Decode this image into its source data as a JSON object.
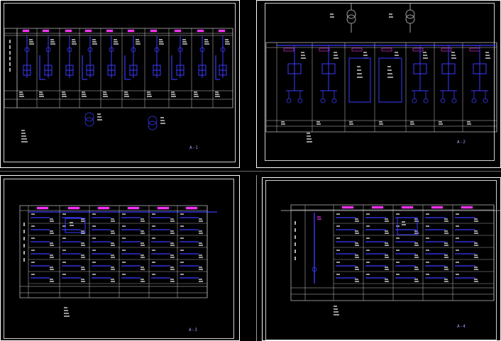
{
  "viewer": {
    "background": "#000000",
    "colors": {
      "frame": "#ffffff",
      "bus": "#3a3aff",
      "device": "#3a3aff",
      "header": "#ff33ff",
      "text": "#ffffff",
      "grid": "#c8c8c8"
    }
  },
  "sheets": [
    {
      "id": "top-left",
      "label": "A-1"
    },
    {
      "id": "top-right",
      "label": "A-2"
    },
    {
      "id": "bottom-left",
      "label": "A-3"
    },
    {
      "id": "bottom-right",
      "label": "A-4"
    }
  ]
}
